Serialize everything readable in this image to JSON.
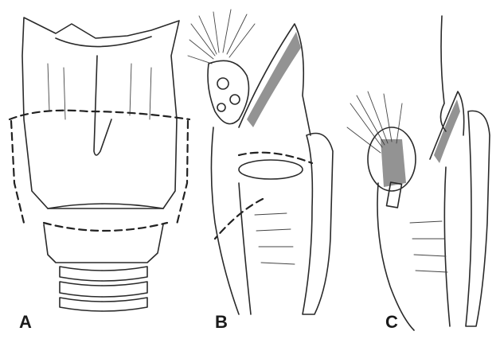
{
  "figure": {
    "panels": [
      {
        "id": "A",
        "label": "A",
        "depicts": "larynx-anterior-view"
      },
      {
        "id": "B",
        "label": "B",
        "depicts": "larynx-lateral-view-with-tumor"
      },
      {
        "id": "C",
        "label": "C",
        "depicts": "larynx-lateral-view-partial"
      }
    ],
    "colors": {
      "ink": "#2a2a2a",
      "background": "#ffffff"
    }
  }
}
